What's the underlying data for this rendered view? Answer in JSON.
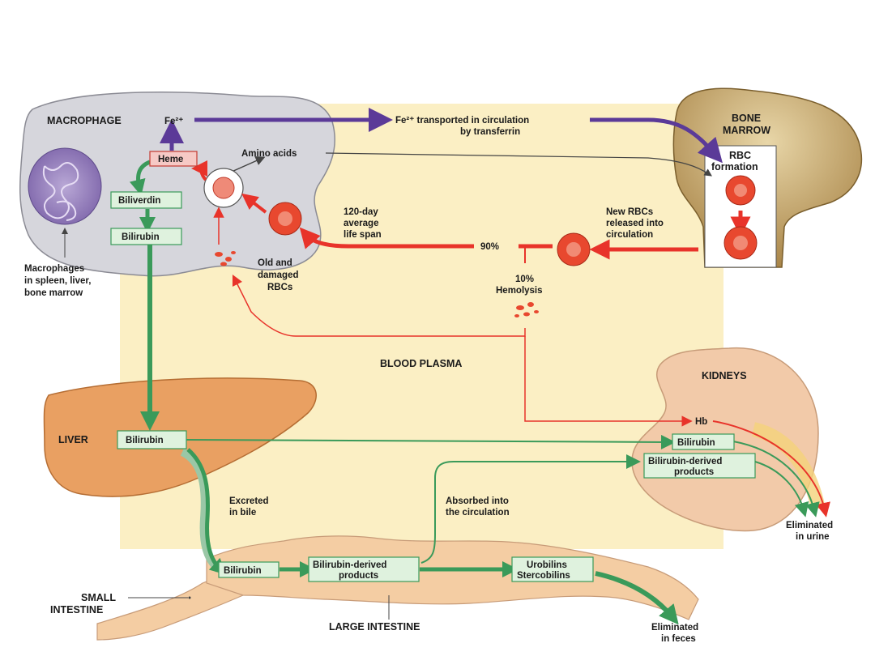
{
  "labels": {
    "macrophage": "MACROPHAGE",
    "fe_macro": "Fe²⁺",
    "fe_transport_1": "Fe²⁺  transported in circulation",
    "fe_transport_2": "by transferrin",
    "bone_marrow_1": "BONE",
    "bone_marrow_2": "MARROW",
    "rbc_formation_1": "RBC",
    "rbc_formation_2": "formation",
    "heme": "Heme",
    "amino_acids": "Amino acids",
    "biliverdin": "Biliverdin",
    "bilirubin_macro": "Bilirubin",
    "macrophages_note_1": "Macrophages",
    "macrophages_note_2": "in spleen, liver,",
    "macrophages_note_3": "bone marrow",
    "old_rbcs_1": "Old and",
    "old_rbcs_2": "damaged",
    "old_rbcs_3": "RBCs",
    "lifespan_1": "120-day",
    "lifespan_2": "average",
    "lifespan_3": "life span",
    "new_rbcs_1": "New RBCs",
    "new_rbcs_2": "released into",
    "new_rbcs_3": "circulation",
    "ninety": "90%",
    "hemolysis_1": "10%",
    "hemolysis_2": "Hemolysis",
    "blood_plasma": "BLOOD PLASMA",
    "kidneys": "KIDNEYS",
    "hb": "Hb",
    "liver": "LIVER",
    "bilirubin_liver": "Bilirubin",
    "bilirubin_kidney": "Bilirubin",
    "bilirubin_derived_kidney_1": "Bilirubin-derived",
    "bilirubin_derived_kidney_2": "products",
    "excreted_1": "Excreted",
    "excreted_2": "in bile",
    "absorbed_1": "Absorbed into",
    "absorbed_2": "the circulation",
    "eliminated_urine_1": "Eliminated",
    "eliminated_urine_2": "in urine",
    "bilirubin_intestine": "Bilirubin",
    "bilirubin_derived_int_1": "Bilirubin-derived",
    "bilirubin_derived_int_2": "products",
    "urobilins": "Urobilins",
    "stercobilins": "Stercobilins",
    "small_intestine_1": "SMALL",
    "small_intestine_2": "INTESTINE",
    "large_intestine": "LARGE INTESTINE",
    "eliminated_feces_1": "Eliminated",
    "eliminated_feces_2": "in feces"
  },
  "colors": {
    "plasma": "#fbefc4",
    "macrophage": "#d4d4da",
    "iron_arrow": "#5b3a98",
    "red_arrow": "#e8332a",
    "green_arrow": "#3a9a5a",
    "box_green": "#dff2de",
    "box_red": "#f6c9c5",
    "liver": "#e9a062",
    "intestine": "#f4cda3",
    "kidney": "#f2caa9",
    "bone": "#c9a868",
    "rbc": "#e8482f"
  }
}
